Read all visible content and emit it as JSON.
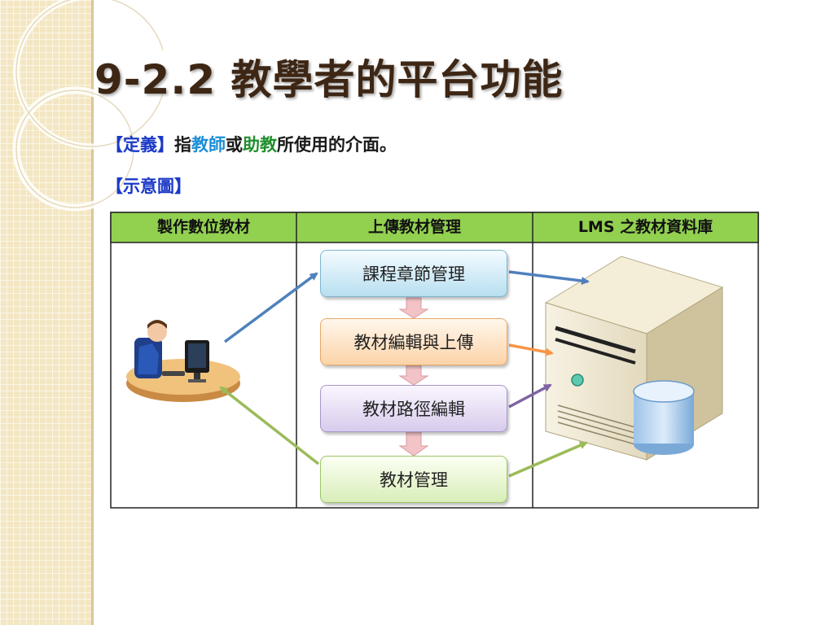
{
  "slide": {
    "title": "9-2.2 教學者的平台功能",
    "definition": {
      "bracket": "【定義】",
      "prefix": "指",
      "teacher": "教師",
      "or": "或",
      "assistant": "助教",
      "suffix": "所使用的介面。"
    },
    "diagram_label": "【示意圖】"
  },
  "diagram": {
    "columns": [
      "製作數位教材",
      "上傳教材管理",
      "LMS 之教材資料庫"
    ],
    "steps": [
      "課程章節管理",
      "教材編輯與上傳",
      "教材路徑編輯",
      "教材管理"
    ],
    "colors": {
      "header": "#92d050",
      "arrow_blue": "#4f81bd",
      "arrow_orange": "#f79646",
      "arrow_purple": "#8064a2",
      "arrow_green": "#9bbb59",
      "down_arrow": "#f2c4c8"
    }
  }
}
